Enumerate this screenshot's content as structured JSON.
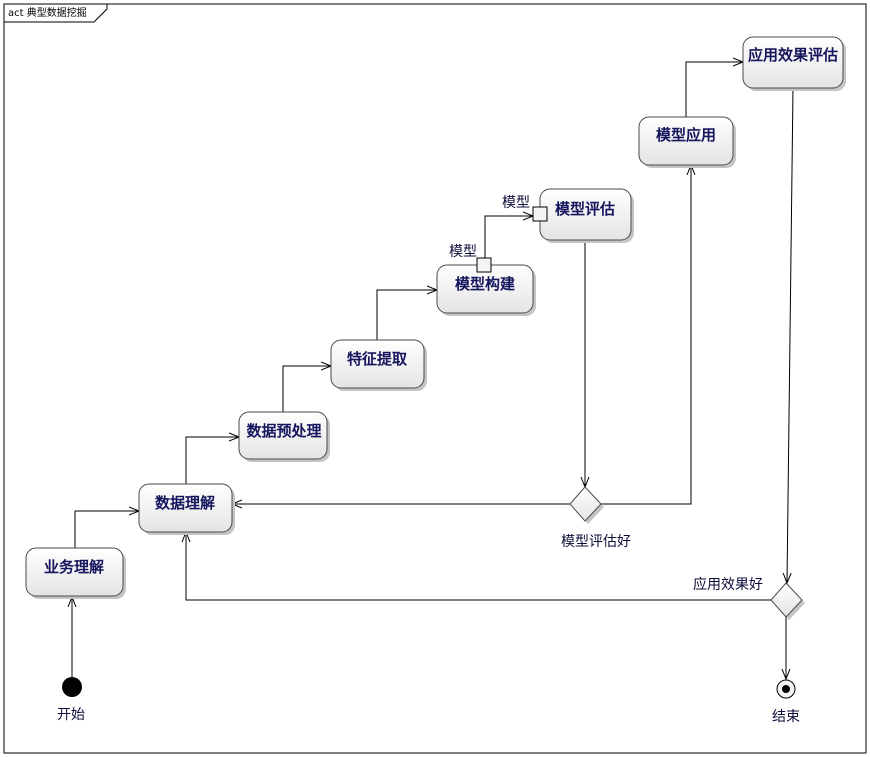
{
  "frame": {
    "title": "act 典型数据挖掘"
  },
  "nodes": {
    "business_understanding": "业务理解",
    "data_understanding": "数据理解",
    "data_preprocessing": "数据预处理",
    "feature_extraction": "特征提取",
    "model_building": "模型构建",
    "model_evaluation": "模型评估",
    "model_application": "模型应用",
    "application_effect_evaluation": "应用效果评估"
  },
  "pins": {
    "model_build_output": "模型",
    "model_eval_input": "模型"
  },
  "decisions": {
    "model_eval_good": "模型评估好",
    "application_effect_good": "应用效果好"
  },
  "terminals": {
    "start": "开始",
    "end": "结束"
  },
  "colors": {
    "node_text": "#15155e",
    "node_border": "#4a4a4a",
    "node_fill_top": "#ffffff",
    "node_fill_bottom": "#e4e4e4",
    "line": "#000000"
  }
}
